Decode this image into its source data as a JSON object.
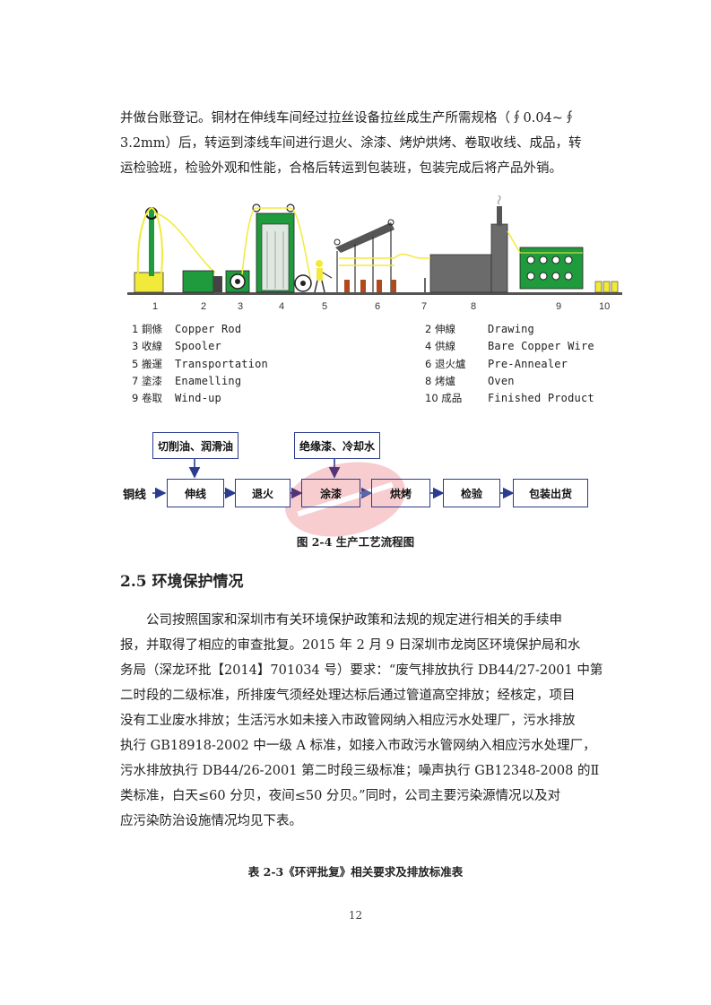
{
  "paragraph1": {
    "lines": [
      "并做台账登记。铜材在伸线车间经过拉丝设备拉丝成生产所需规格（∮0.04~∮",
      "3.2mm）后，转运到漆线车间进行退火、涂漆、烤炉烘烤、卷取收线、成品，转",
      "运检验班，检验外观和性能，合格后转运到包装班，包装完成后将产品外销。"
    ]
  },
  "machine_figure": {
    "station_numbers": [
      "1",
      "2",
      "3",
      "4",
      "5",
      "6",
      "7",
      "8",
      "9",
      "10"
    ],
    "legend_left": [
      {
        "zh": "1 銅條",
        "en": "Copper Rod"
      },
      {
        "zh": "3 收線",
        "en": "Spooler"
      },
      {
        "zh": "5 搬運",
        "en": "Transportation"
      },
      {
        "zh": "7 塗漆",
        "en": "Enamelling"
      },
      {
        "zh": "9 卷取",
        "en": "Wind-up"
      }
    ],
    "legend_right": [
      {
        "zh": "2 伸線",
        "en": "Drawing"
      },
      {
        "zh": "4 供線",
        "en": "Bare Copper Wire"
      },
      {
        "zh": "6 退火爐",
        "en": "Pre-Annealer"
      },
      {
        "zh": "8 烤爐",
        "en": "Oven"
      },
      {
        "zh": "10 成品",
        "en": "Finished Product"
      }
    ]
  },
  "flow_chart": {
    "start_label": "铜线",
    "input_top_1": "切削油、润滑油",
    "input_top_2": "绝缘漆、冷却水",
    "steps": [
      "伸线",
      "退火",
      "涂漆",
      "烘烤",
      "检验",
      "包装出货"
    ]
  },
  "figure_caption": "图 2-4 生产工艺流程图",
  "section_heading": "2.5 环境保护情况",
  "paragraph2": {
    "lines": [
      "　　公司按照国家和深圳市有关环境保护政策和法规的规定进行相关的手续申",
      "报，并取得了相应的审查批复。2015 年 2 月 9 日深圳市龙岗区环境保护局和水",
      "务局（深龙环批【2014】701034 号）要求：“废气排放执行 DB44/27-2001 中第",
      "二时段的二级标准，所排废气须经处理达标后通过管道高空排放；经核定，项目",
      "没有工业废水排放；生活污水如未接入市政管网纳入相应污水处理厂，污水排放",
      "执行 GB18918-2002 中一级 A 标准，如接入市政污水管网纳入相应污水处理厂，",
      "污水排放执行 DB44/26-2001 第二时段三级标准；噪声执行 GB12348-2008 的Ⅱ",
      "类标准，白天≤60 分贝，夜间≤50 分贝。”同时，公司主要污染源情况以及对",
      "应污染防治设施情况均见下表。"
    ]
  },
  "table_caption": "表 2-3《环评批复》相关要求及排放标准表",
  "page_number": "12",
  "colors": {
    "machine_green": "#1f9a3c",
    "wire_yellow": "#f2ea3a",
    "oven_gray": "#6b6b6b",
    "flow_border": "#2b3b8f",
    "watermark_red": "#e0202a"
  }
}
